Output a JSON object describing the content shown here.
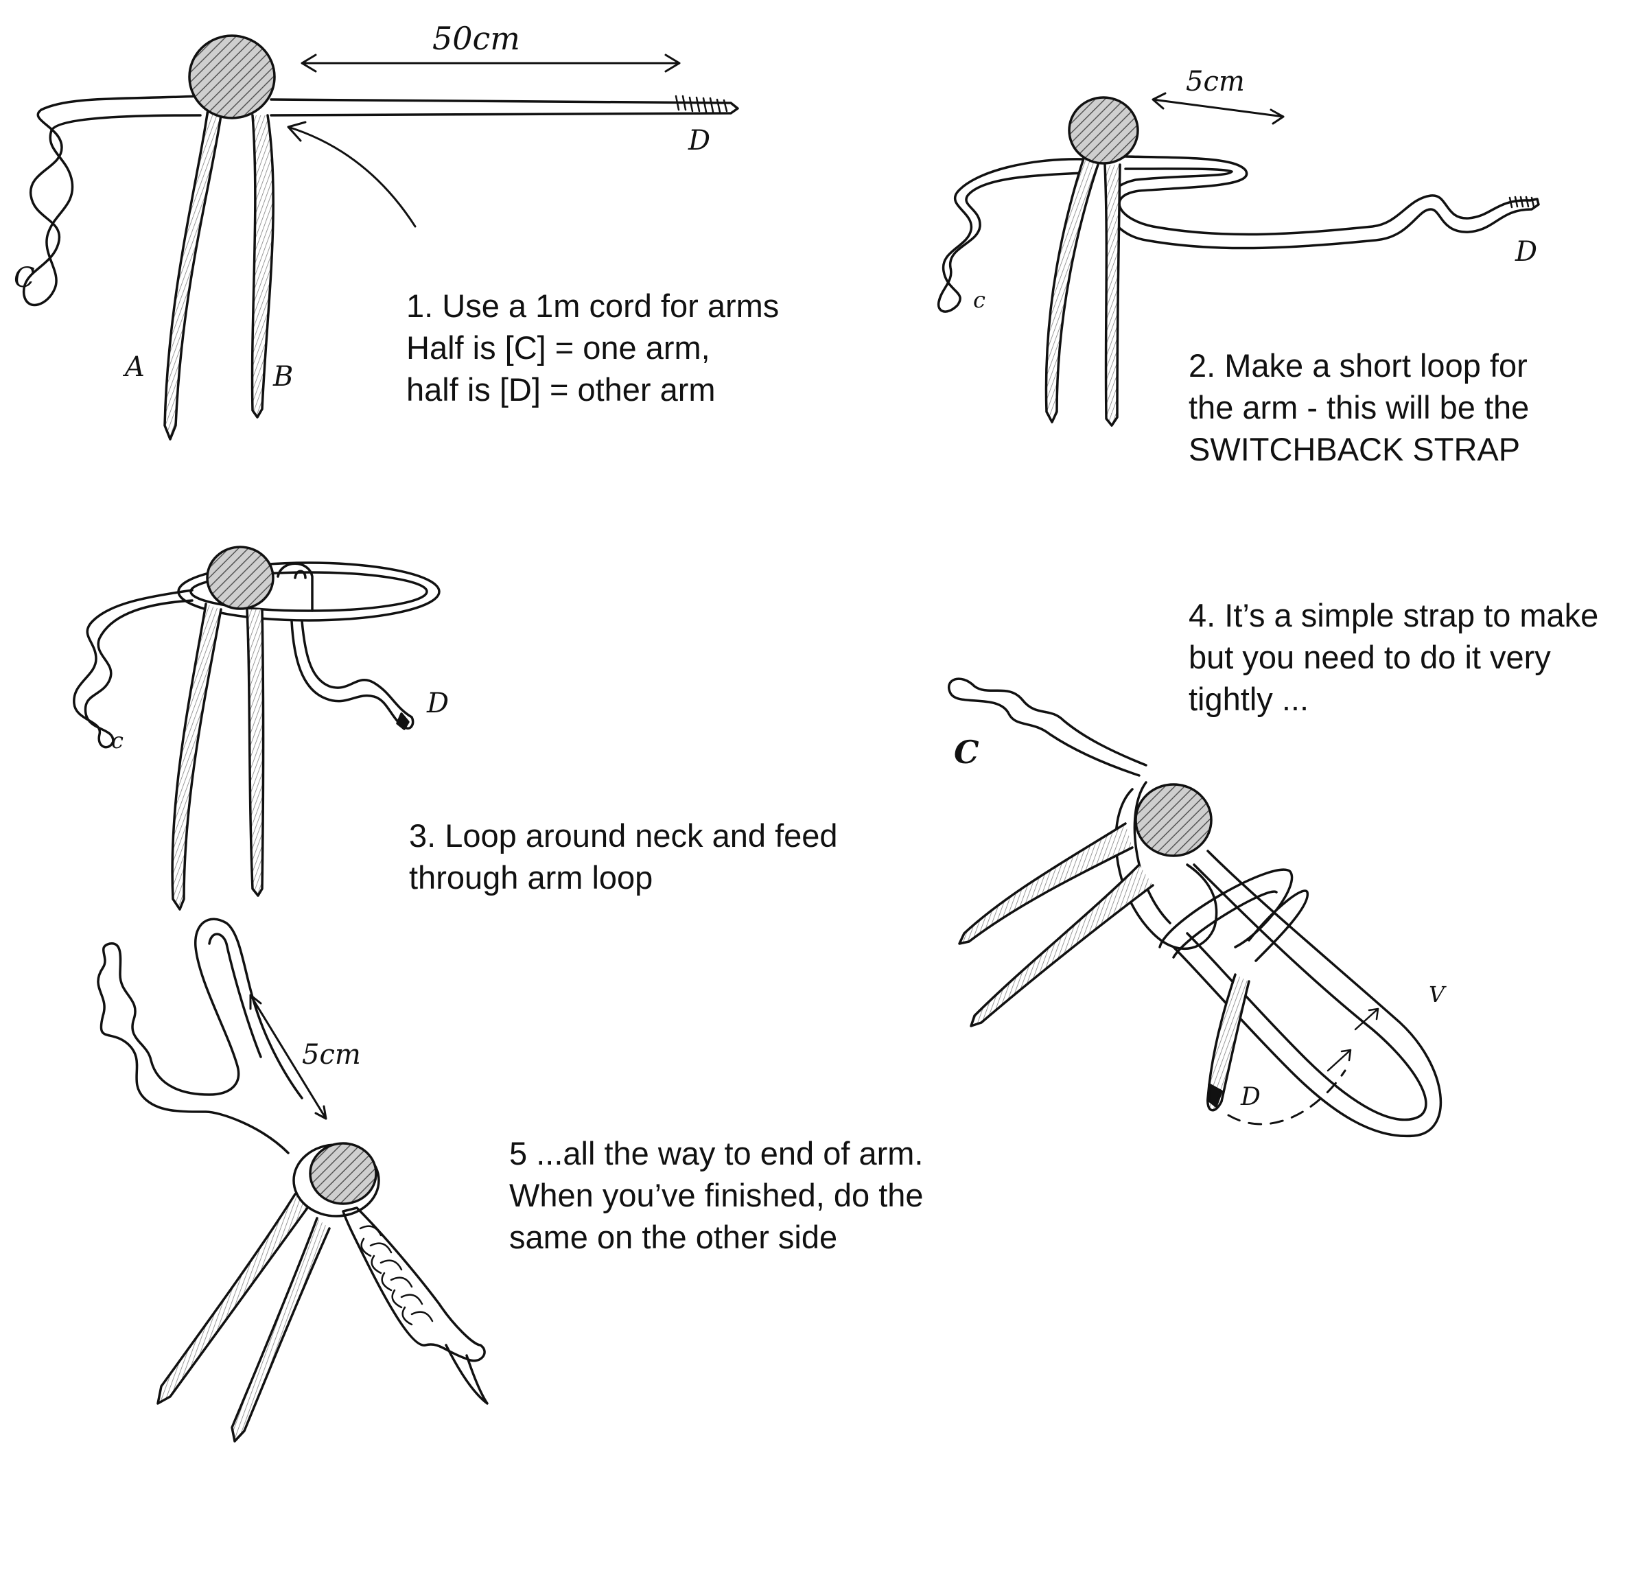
{
  "steps": [
    {
      "lines": [
        "1. Use a 1m cord for arms",
        "Half is [C] = one arm,",
        "half is [D] = other arm"
      ]
    },
    {
      "lines": [
        "2. Make a short loop for",
        "the arm - this will be the",
        "SWITCHBACK STRAP"
      ]
    },
    {
      "lines": [
        "3. Loop around neck and feed",
        "through arm loop"
      ]
    },
    {
      "lines": [
        "4. It’s a simple strap to make",
        "but you need to do it very",
        "tightly ..."
      ]
    },
    {
      "lines": [
        "5  ...all the way to end of arm.",
        "When you’ve finished, do the",
        "same on the other side"
      ]
    }
  ],
  "labels": {
    "measure_50": "50cm",
    "measure_5": "5cm",
    "a": "A",
    "b": "B",
    "c": "C",
    "d": "D",
    "c_small": "c",
    "c_bold": "C",
    "v_mark": "V"
  }
}
